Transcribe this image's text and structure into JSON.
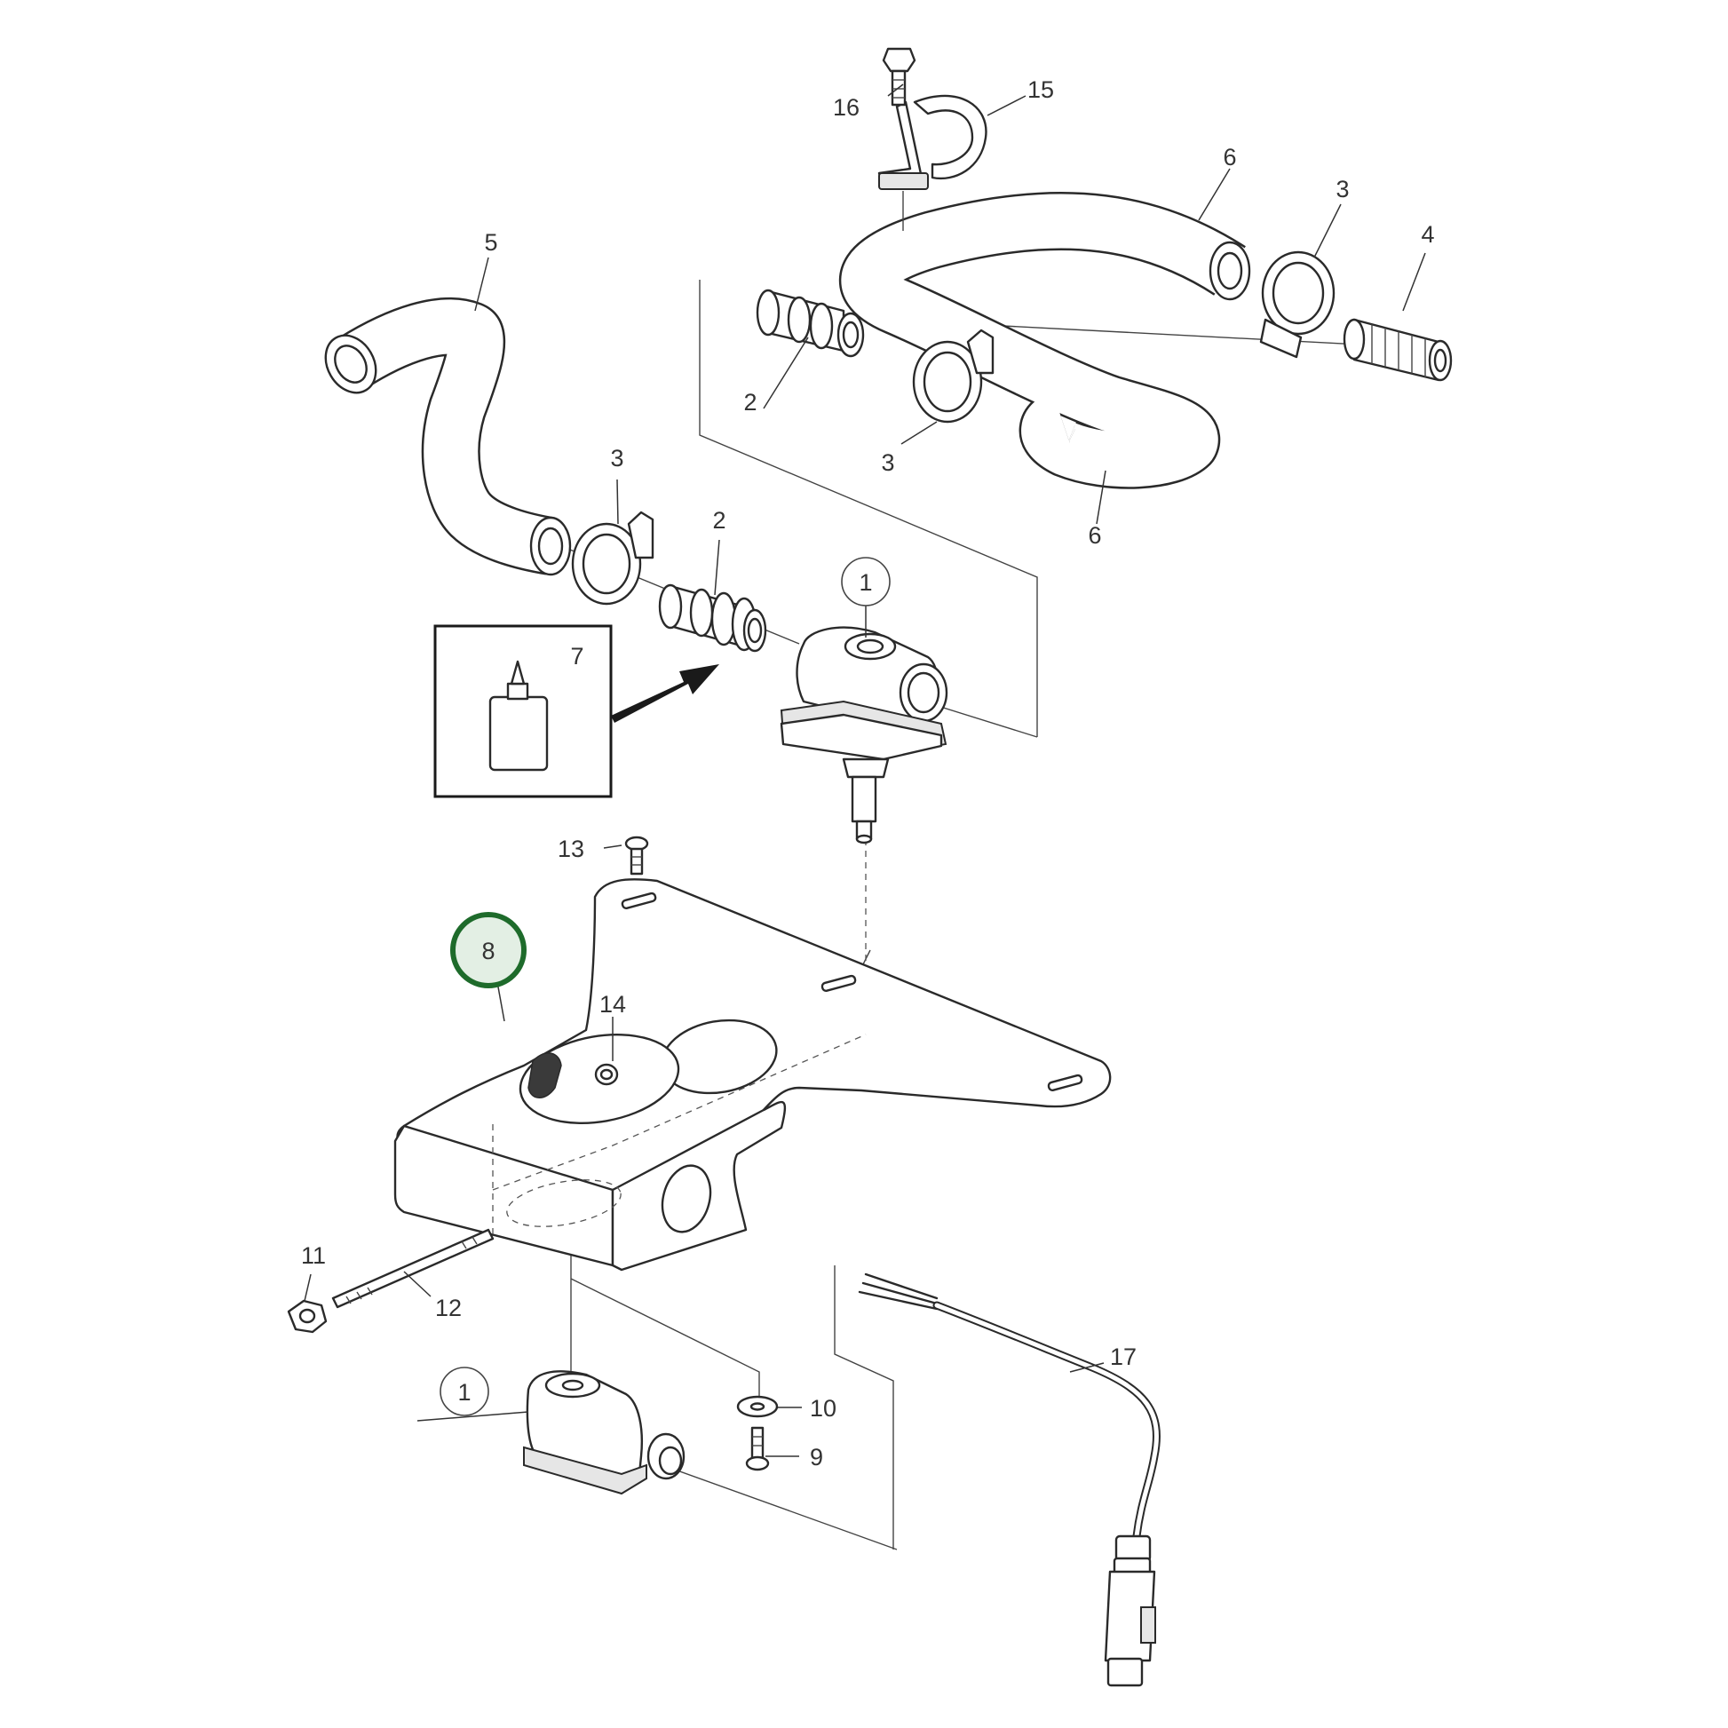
{
  "callouts": {
    "c1_valve": "1",
    "c1_sensor": "1",
    "c2_upper": "2",
    "c2_lower": "2",
    "c3_upper": "3",
    "c3_mid": "3",
    "c3_lower": "3",
    "c4": "4",
    "c5": "5",
    "c6_top": "6",
    "c6_bottom": "6",
    "c7": "7",
    "c8": "8",
    "c9": "9",
    "c10": "10",
    "c11": "11",
    "c12": "12",
    "c13": "13",
    "c14": "14",
    "c15": "15",
    "c16": "16",
    "c17": "17"
  },
  "highlight": {
    "callout": "8",
    "ring_color": "#1e6b2b",
    "fill_color": "#e3efe4"
  },
  "colors": {
    "line": "#2a2a2a",
    "text": "#333333",
    "background": "#ffffff"
  }
}
